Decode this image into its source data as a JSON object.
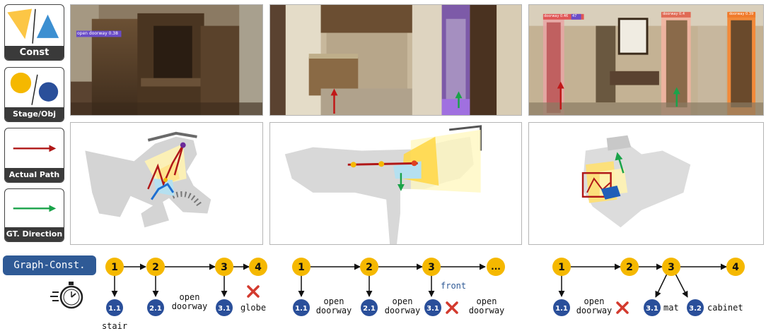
{
  "legend": {
    "const_label": "Const",
    "stage_obj_label": "Stage/Obj",
    "actual_path_label": "Actual Path",
    "gt_direction_label": "GT. Direction"
  },
  "panels": {
    "p1_detection": "open doorway 0.38",
    "p3_detection_left": "doorway 0.46",
    "p3_detection_left_extra": "47",
    "p3_detection_mid": "doorway 0.4",
    "p3_detection_right": "doorway 0.39"
  },
  "graph_badge": "Graph-Const.",
  "icons": {
    "timer": "stopwatch-icon",
    "fail": "red-x-icon"
  },
  "colors": {
    "stage": "#f5b800",
    "object": "#2a4f9a",
    "actual_path": "#b01818",
    "gt_direction": "#1aa34a",
    "fail": "#d33a2e",
    "badge": "#2f5a96"
  },
  "graphs": [
    {
      "stages": [
        "1",
        "2",
        "3",
        "4"
      ],
      "objects": [
        {
          "id": "1.1",
          "label": "stair"
        },
        {
          "id": "2.1",
          "label": "open doorway"
        },
        {
          "id": "3.1",
          "label": "globe"
        }
      ]
    },
    {
      "stages": [
        "1",
        "2",
        "3",
        "..."
      ],
      "relation": "front",
      "objects": [
        {
          "id": "1.1",
          "label": "open doorway"
        },
        {
          "id": "2.1",
          "label": "open doorway"
        },
        {
          "id": "3.1",
          "label": "open doorway"
        }
      ]
    },
    {
      "stages": [
        "1",
        "2",
        "3",
        "4"
      ],
      "objects": [
        {
          "id": "1.1",
          "label": "open doorway"
        },
        {
          "id": "3.1",
          "label": "mat"
        },
        {
          "id": "3.2",
          "label": "cabinet"
        }
      ]
    }
  ]
}
